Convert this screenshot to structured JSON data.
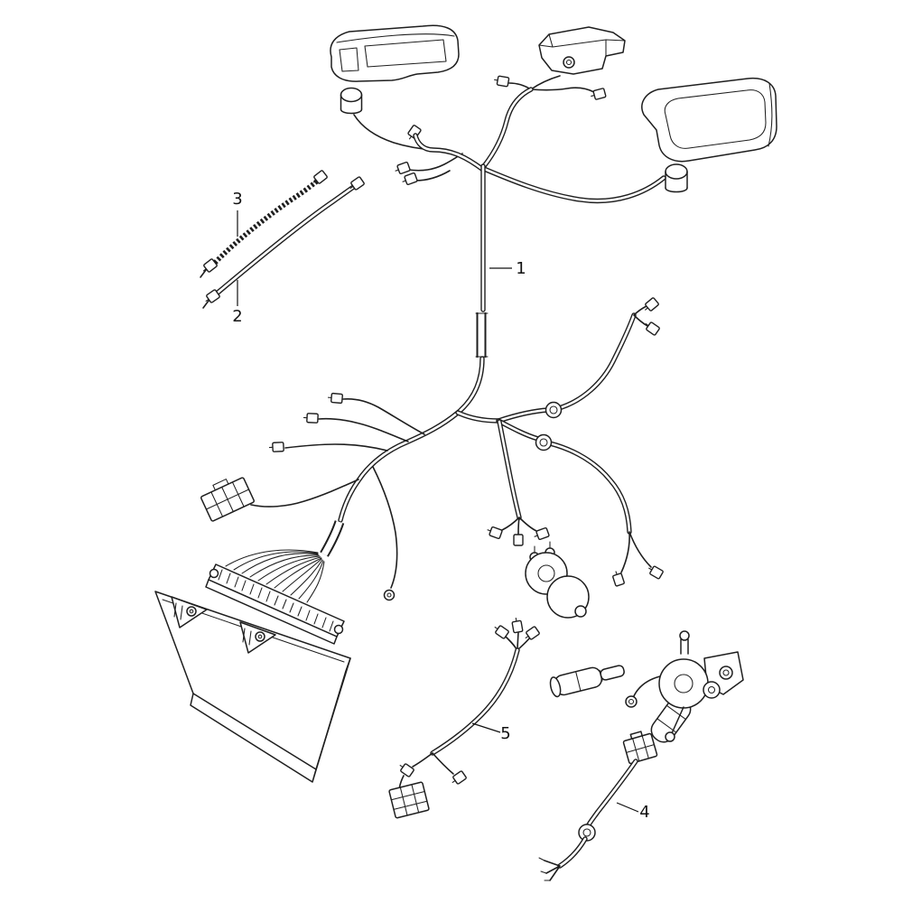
{
  "diagram": {
    "kind": "exploded-parts-diagram",
    "subject": "Vehicle wiring harness set with connectors, control unit and motor assembly",
    "background_color": "#ffffff",
    "line_color": "#1e1e1e",
    "callouts": [
      {
        "label": "1",
        "part": "main-wiring-harness"
      },
      {
        "label": "2",
        "part": "single-cable"
      },
      {
        "label": "3",
        "part": "ribbed-cable"
      },
      {
        "label": "4",
        "part": "rear-motor-harness"
      },
      {
        "label": "5",
        "part": "auxiliary-harness"
      }
    ],
    "parts": [
      "cluster-housing",
      "mounting-bracket",
      "trim-panel",
      "main-wiring-harness",
      "ribbed-cable",
      "single-cable",
      "engine-harness",
      "multi-pin-connector",
      "control-unit-with-pin-strip",
      "solenoid-coil",
      "cylindrical-sensor",
      "wiper-motor-assembly",
      "auxiliary-harness",
      "rear-motor-harness",
      "round-connector",
      "grommet-ring"
    ]
  }
}
